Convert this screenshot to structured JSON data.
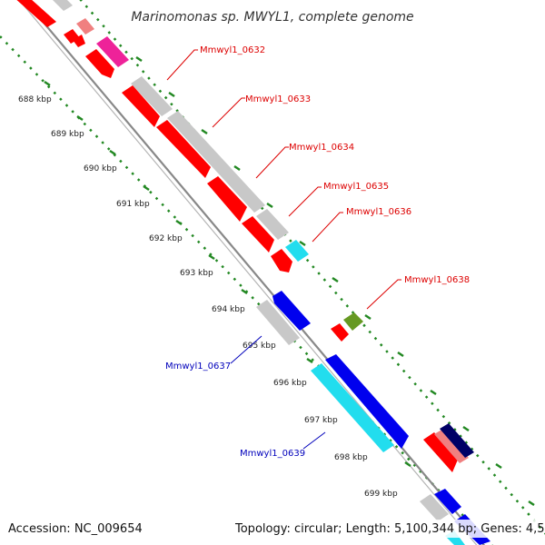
{
  "title": "Marinomonas sp. MWYL1, complete genome",
  "footer": {
    "accession": "Accession: NC_009654",
    "summary": "Topology: circular; Length: 5,100,344 bp; Genes: 4,549"
  },
  "ticks": [
    "688 kbp",
    "689 kbp",
    "690 kbp",
    "691 kbp",
    "692 kbp",
    "693 kbp",
    "694 kbp",
    "695 kbp",
    "696 kbp",
    "697 kbp",
    "698 kbp",
    "699 kbp"
  ],
  "gene_labels": {
    "g0632": "Mmwyl1_0632",
    "g0633": "Mmwyl1_0633",
    "g0634": "Mmwyl1_0634",
    "g0635": "Mmwyl1_0635",
    "g0636": "Mmwyl1_0636",
    "g0638": "Mmwyl1_0638",
    "g0637": "Mmwyl1_0637",
    "g0639": "Mmwyl1_0639"
  },
  "colors": {
    "red": "#ff0000",
    "light_red": "#f08080",
    "pink": "#ee2299",
    "gray": "#c8c8c8",
    "blue": "#0000ee",
    "cyan": "#22ddee",
    "olive": "#669922",
    "navy": "#000066",
    "green_dots": "#228822",
    "backbone": "#888888"
  }
}
